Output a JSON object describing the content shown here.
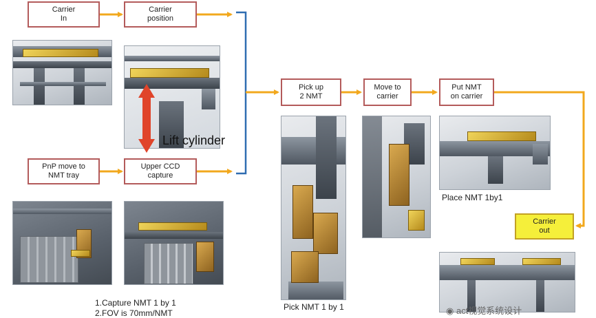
{
  "flow": {
    "carrier_in": "Carrier\nIn",
    "carrier_position": "Carrier\nposition",
    "pnp_move": "PnP move to\nNMT tray",
    "upper_ccd": "Upper CCD\ncapture",
    "pick_up": "Pick up\n2 NMT",
    "move_to_carrier": "Move to\ncarrier",
    "put_nmt": "Put NMT\non carrier",
    "carrier_out": "Carrier\nout"
  },
  "labels": {
    "lift_cylinder": "Lift cylinder",
    "capture_line1": "1.Capture NMT 1 by 1",
    "capture_line2": "2.FOV is 70mm/NMT",
    "pick_nmt": "Pick NMT 1 by 1",
    "place_nmt": "Place NMT 1by1"
  },
  "watermark": "act视觉系统设计",
  "colors": {
    "box_border": "#b35a5a",
    "arrow": "#f2a81d",
    "bracket": "#2f6db1",
    "highlight_box": "#f5ef3a",
    "lift_arrow": "#e0442a"
  },
  "icons": {
    "watermark": "wechat-icon"
  }
}
